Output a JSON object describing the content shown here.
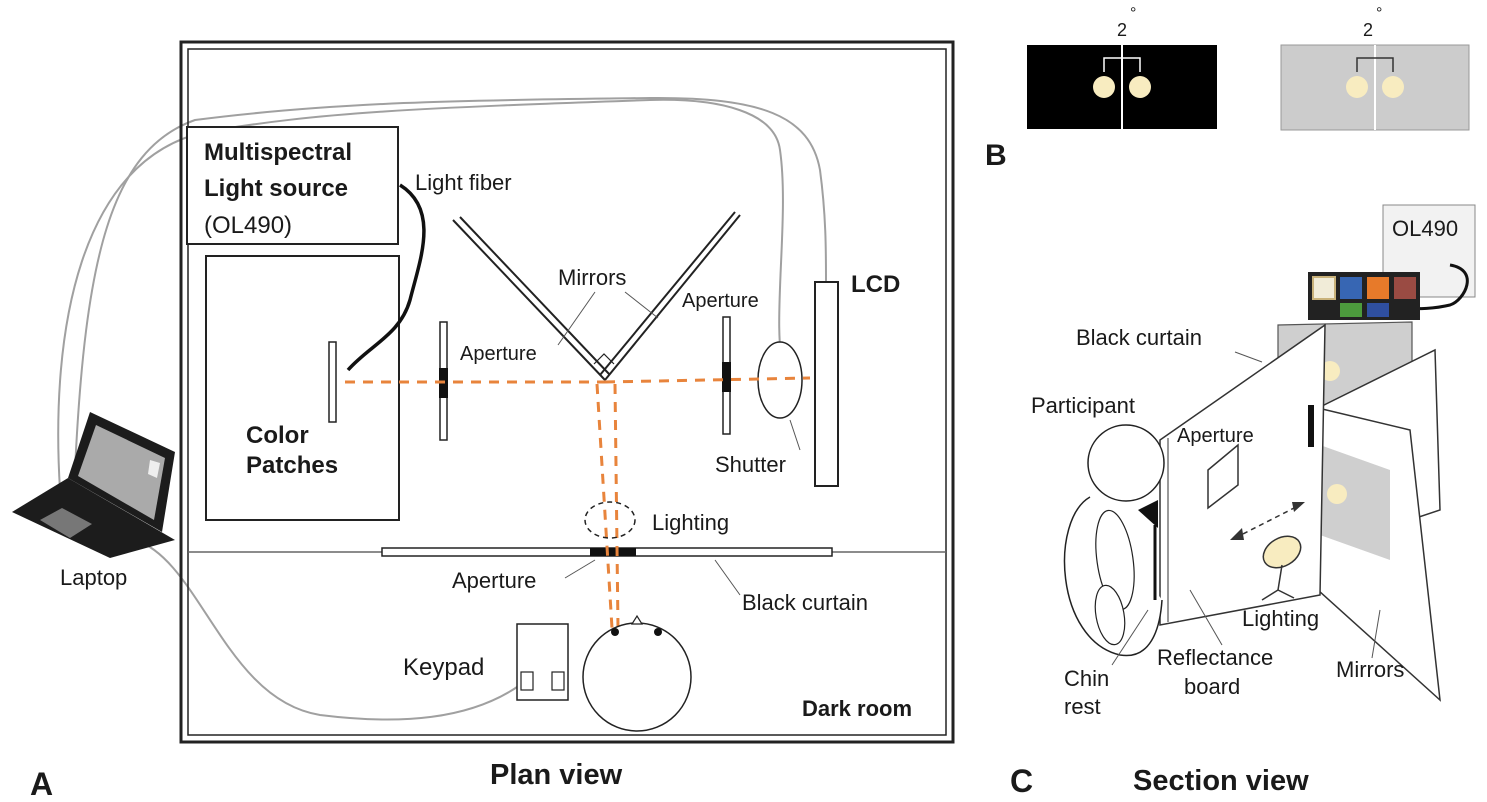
{
  "panel_a": {
    "letter": "A",
    "caption": "Plan view",
    "light_source_line1": "Multispectral",
    "light_source_line2": "Light source",
    "light_source_model": "(OL490)",
    "light_fiber": "Light fiber",
    "mirrors": "Mirrors",
    "aperture_left": "Aperture",
    "aperture_right": "Aperture",
    "aperture_bottom": "Aperture",
    "lcd": "LCD",
    "color_patches_line1": "Color",
    "color_patches_line2": "Patches",
    "shutter": "Shutter",
    "lighting": "Lighting",
    "black_curtain": "Black curtain",
    "laptop": "Laptop",
    "keypad": "Keypad",
    "dark_room": "Dark room"
  },
  "panel_b": {
    "letter": "B",
    "angle_label_1": "2",
    "angle_label_2": "2",
    "degree_symbol_1": "°",
    "degree_symbol_2": "°"
  },
  "panel_c": {
    "letter": "C",
    "caption": "Section view",
    "ol490": "OL490",
    "black_curtain": "Black curtain",
    "participant": "Participant",
    "aperture": "Aperture",
    "lighting": "Lighting",
    "chin_line1": "Chin",
    "chin_line2": "rest",
    "reflectance_line1": "Reflectance",
    "reflectance_line2": "board",
    "mirrors": "Mirrors"
  },
  "colors": {
    "beam": "#e8843c",
    "stimulus_dot": "#f8ecc0",
    "gray_field": "#cccccc",
    "outline": "#222222",
    "cable": "#a0a0a0"
  }
}
